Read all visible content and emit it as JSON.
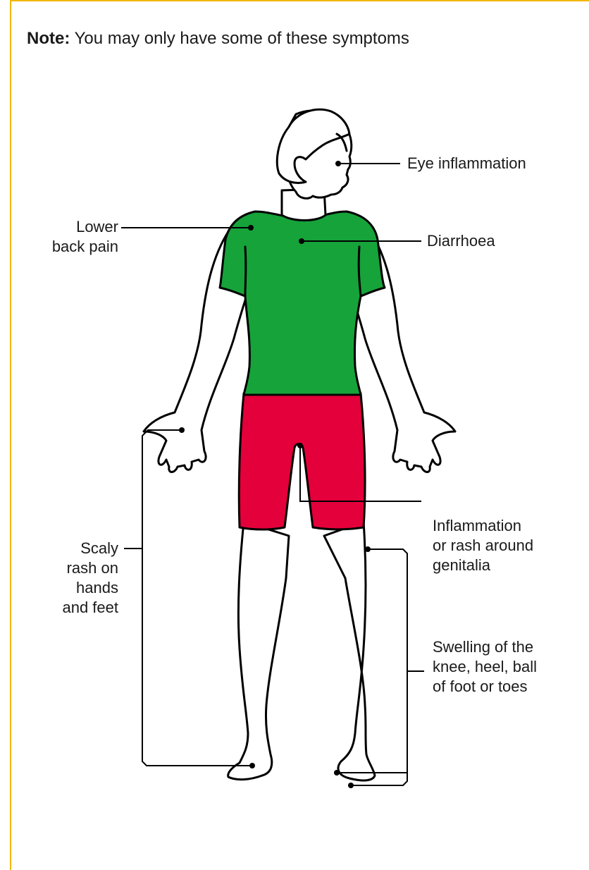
{
  "note": {
    "prefix": "Note:",
    "text": "You may only have some of these symptoms"
  },
  "labels": {
    "eye": [
      "Eye inflammation"
    ],
    "back": [
      "Lower",
      "back pain"
    ],
    "diarrhoea": [
      "Diarrhoea"
    ],
    "genitalia": [
      "Inflammation",
      "or rash around",
      "genitalia"
    ],
    "scaly": [
      "Scaly",
      "rash on",
      "hands",
      "and feet"
    ],
    "swelling": [
      "Swelling of the",
      "knee, heel, ball",
      "of foot or toes"
    ]
  },
  "colors": {
    "frame": "#f2b600",
    "shirt": "#16a33a",
    "shorts": "#e4003a",
    "outline": "#000000"
  }
}
